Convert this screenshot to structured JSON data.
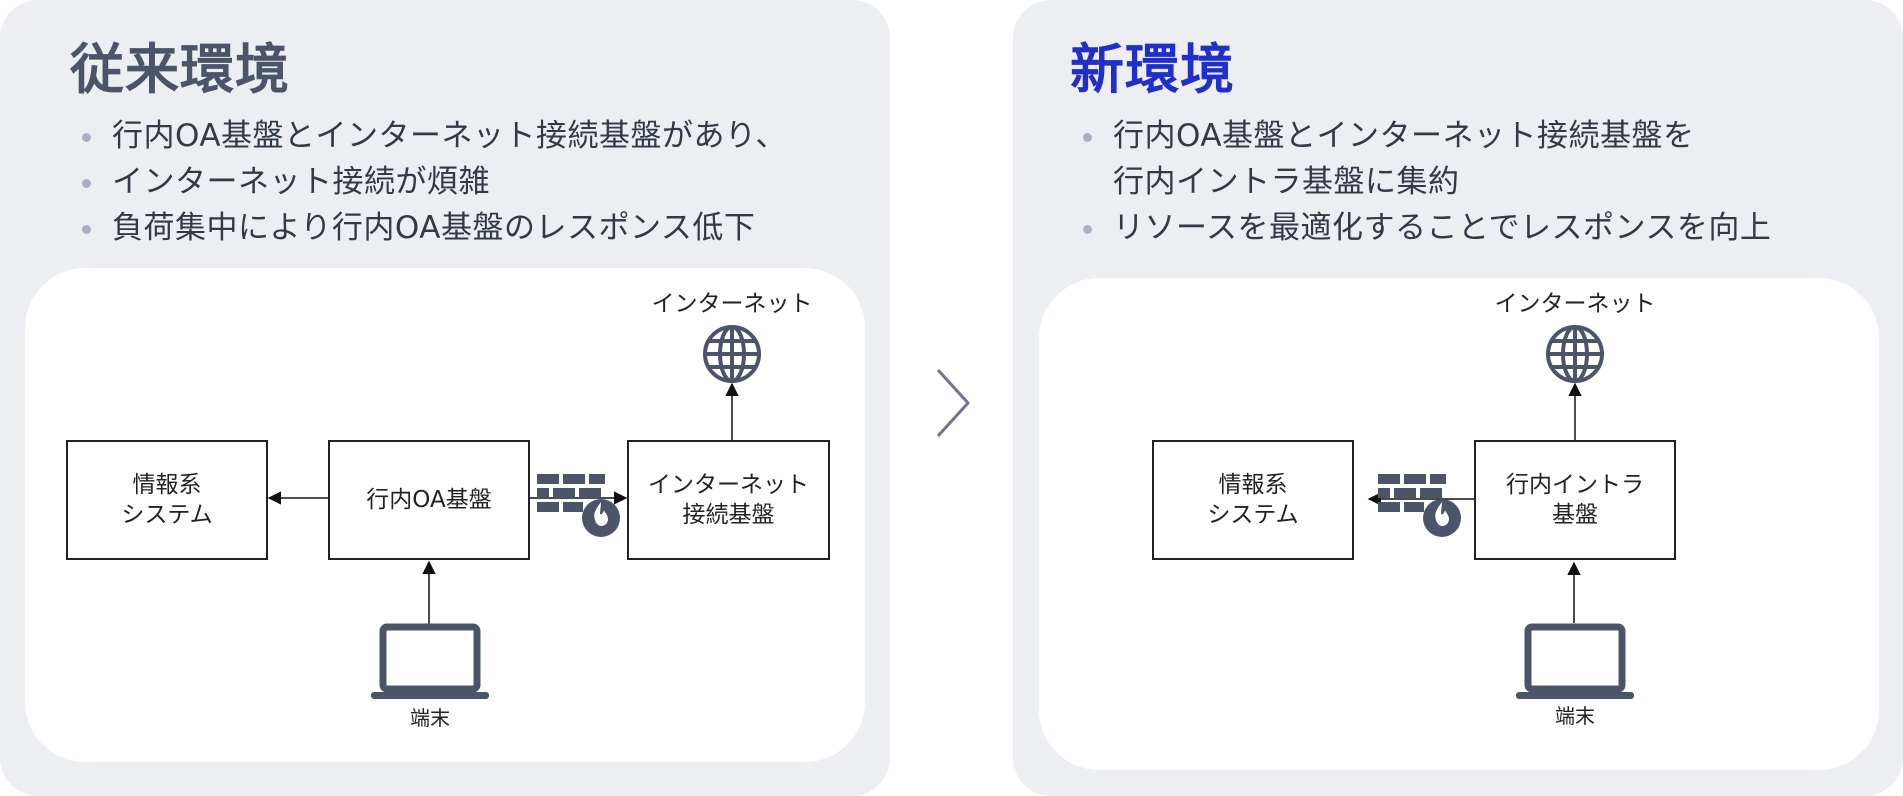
{
  "old": {
    "title": "従来環境",
    "bullets": [
      "行内OA基盤とインターネット接続基盤があり、",
      "インターネット接続が煩雑",
      "負荷集中により行内OA基盤のレスポンス低下"
    ],
    "diagram": {
      "internet_label": "インターネット",
      "info_system": [
        "情報系",
        "システム"
      ],
      "oa_base": "行内OA基盤",
      "internet_base": [
        "インターネット",
        "接続基盤"
      ],
      "terminal_label": "端末"
    }
  },
  "new": {
    "title": "新環境",
    "bullets": [
      [
        "行内OA基盤とインターネット接続基盤を",
        "行内イントラ基盤に集約"
      ],
      "リソースを最適化することでレスポンスを向上"
    ],
    "diagram": {
      "internet_label": "インターネット",
      "info_system": [
        "情報系",
        "システム"
      ],
      "intra_base": [
        "行内イントラ",
        "基盤"
      ],
      "terminal_label": "端末"
    }
  },
  "icons": [
    "globe-icon",
    "firewall-icon",
    "laptop-icon",
    "chevron-right-icon"
  ],
  "colors": {
    "panel_bg": "#eceef2",
    "old_title": "#4b5468",
    "new_title": "#1f2fc8",
    "icon": "#4b5468",
    "bullet_dot": "#a9b0c1"
  }
}
